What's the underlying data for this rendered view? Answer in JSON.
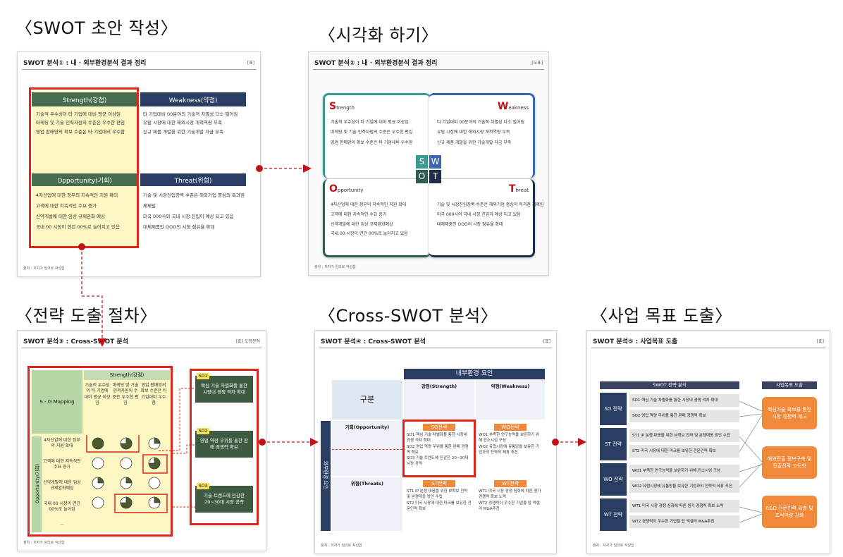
{
  "sections": {
    "s1": "〈SWOT 초안 작성〉",
    "s2": "〈시각화 하기〉",
    "s3": "〈전략 도출 절차〉",
    "s4": "〈Cross-SWOT 분석〉",
    "s5": "〈사업 목표 도출〉"
  },
  "slide1": {
    "title": "SWOT 분석① : 내 · 외부환경분석 결과 정리",
    "tag": "[표]",
    "strength_title": "Strength(강점)",
    "strength_items": [
      "기술적 우수성이 타 기업에 대비 평균 이상임",
      "마케팅 및 기술 인력자원의 수준은 우수한 편임",
      "영업 판매망의 확보 수준은 타 기업대비 우수함"
    ],
    "weakness_title": "Weakness(약점)",
    "weakness_items": [
      "타 기업대비 00분야의 기술적 차별성 다소 떨어짐",
      "유럽 시장에 대한 해외시장 개척역량 부족",
      "신규 제품 개발을 위한 기술개발 자금 부족"
    ],
    "opportunity_title": "Opportunity(기회)",
    "opportunity_items": [
      "4차산업에 대한 정부의 지속적인 지원 확대",
      "고객에 대한 지속적인 수요 증가",
      "신약개발에 대한 임상 규제완화 예상",
      "국내 00 시장이 연간 00%로 늘어지고 있음"
    ],
    "threat_title": "Threat(위협)",
    "threat_items": [
      "기술 및 시장진입장벽 수준은 해외기업 중심의 독과점",
      "체제임",
      "미국 000사의 국내 시장 진입이 예상 되고 있음",
      "대체제품인 OOO의 시장 점유율 확대"
    ],
    "source": "출처 : 저자가 임의로 작성함"
  },
  "slide2": {
    "title": "SWOT 분석② : 내 · 외부환경분석 결과 정리",
    "tag": "[도표]",
    "s_word": "trength",
    "w_word": "eakness",
    "o_word": "pportunity",
    "t_word": "hreat",
    "s_letter": "S",
    "w_letter": "W",
    "o_letter": "O",
    "t_letter": "T",
    "s_items": [
      "기술적 우수성이 타 기업에 대비 평균 이상임",
      "마케팅 및 기술 인적자원의 수준은 우수한 편임",
      "영업 판매망의 확보 수준은 타 기업대비 우수함"
    ],
    "w_items": [
      "타 기업대비 00분야의 기술적 차별성 다소 떨어짐",
      "유럽 시장에 대한 해외시장 개척역량 부족",
      "신규 제품 개발을 위한 기술개발 자금 부족"
    ],
    "o_items": [
      "4차산업에 대한 정부의 지속적인 지원 확대",
      "고객에 대한 지속적인 수요 증가",
      "신약개발에 대한 임상 규제완화예상",
      "국내 00 시장이 연간 00%로 늘어지고 있음"
    ],
    "t_items": [
      "기술 및 시장진입장벽 수준은 해외기업 중심의 독과점 체제임",
      "미국 000사의 국내 시장 진입이 예상 되고 있음",
      "대체제품인 OOO의 시장 점유율 확대"
    ],
    "source": "출처 : 저자가 임의로 작성함"
  },
  "slide3": {
    "title": "SWOT 분석③ : Cross-SWOT 분석",
    "tag": "[표] 도형분석",
    "corner": "S - O Mapping",
    "strength_head": "Strength(강점)",
    "col1": "기술적 우수성이 타 기업에 대비 평균 이상임",
    "col2": "마케팅 및 기술 인적자원의 수준은 우수한 편임",
    "col3": "영업 판매망의 확보 수준은 타 기업대비 우수함",
    "opp_head": "Opportunity(기회)",
    "rows": [
      "4차산업에 대한 정부의 지원 확대",
      "고객에 대한 지속적인 수요 증가",
      "신약개발에 대한 임상 규제완화예상",
      "국내 00 시장이 연간 00%로 늘어짐",
      "…"
    ],
    "so": [
      {
        "code": "SO1",
        "text": "핵심 기술 차별화를 통한 시장내 경쟁 격차 확대"
      },
      {
        "code": "SO2",
        "text": "영업 역량 우위를 통한 판매 경쟁력 확보"
      },
      {
        "code": "SO3",
        "text": "기술 트렌드에 민감한 20~30대 시장 공략"
      }
    ],
    "source": "출처 : 저자가 임의로 작성함"
  },
  "slide4": {
    "title": "SWOT 분석④ : Cross-SWOT 분석",
    "tag": "[표]",
    "internal": "내부환경 요인",
    "external": "외부환경 요인",
    "gubun": "구분",
    "strength": "강점(Strength)",
    "weakness": "약점(Weakness)",
    "opportunity": "기회(Opportunity)",
    "threats": "위협(Threats)",
    "so": "SO전략",
    "wo": "WO전략",
    "st": "ST전략",
    "wt": "WT전략",
    "so_items": [
      "SO1 핵심 기술 차별화를 통한 시장내 경쟁 격차 확대",
      "SO2 영업 역량 우위를 통한 판매 경쟁력 확보",
      "SO3 기술 트렌드에 민감한 20~30대 시장 공략"
    ],
    "wo_items": [
      "WO1 부족한 연구능력을 보완하기 위해 컨소시엄 구성",
      "WO2 유럽시장에 유통망을 보유한 기업과의 전략적 제휴 추진"
    ],
    "st_items": [
      "ST1 IP 분쟁 대응을 위한 IP확보 전략 및 분쟁대응 방안 수립",
      "ST2 미국 시장에 대한 마크를 보유한 전문인력 확보"
    ],
    "wt_items": [
      "WT1 미국 시장 경쟁 심화에 따른 원가 경쟁력 확보 노력",
      "WT2 경쟁력이 우수한 기업을 탑 액셀러 M&A추진"
    ],
    "source": "출처 : 저자가 임의로 작성함"
  },
  "slide5": {
    "title": "SWOT 분석⑤ : 사업목표 도출",
    "tag": "[표]",
    "left_head": "SWOT 전략 분석",
    "right_head": "사업목표 도출",
    "rows": [
      {
        "label": "SO 전략",
        "items": [
          "SO1 핵심 기술 차별화를 통한 시장내 경쟁 격차 확대",
          "SO2 영업 역량 우위를 통한 판매 경쟁력 확보"
        ]
      },
      {
        "label": "ST 전략",
        "items": [
          "ST1 IP 분쟁 대응을 위한 IP확보 전략 및 분쟁대응 방안 수립",
          "ST2 미국 시장에 대한 마크를 보유한 전문인력 확보"
        ]
      },
      {
        "label": "WO 전략",
        "items": [
          "WO1 부족한 연구능력을 보완하기 위해 컨소시엄 구성",
          "WO2 유럽시장에 유통망을 보유한 기업과의 전략적 제휴 추진"
        ]
      },
      {
        "label": "WT 전략",
        "items": [
          "WT1 미국 시장 경쟁 심화에 따른 원가 경쟁력 확보 노력",
          "WT2 경쟁력이 우수한 기업을 탑 액셀러 M&A추진"
        ]
      }
    ],
    "goals": [
      "핵심기술 확보를 통한 시장 경쟁력 제고",
      "해외진출 정보구축 및 진출전략 고도화",
      "R&D 전문인력 확충 및 조직역량 강화"
    ],
    "source": "출처 : 저자가 임의로 작성함"
  },
  "colors": {
    "red": "#e0251b",
    "green": "#466b4f",
    "navy": "#2a3e63",
    "orange": "#f08a3a",
    "yellow": "#fdf7c3"
  }
}
